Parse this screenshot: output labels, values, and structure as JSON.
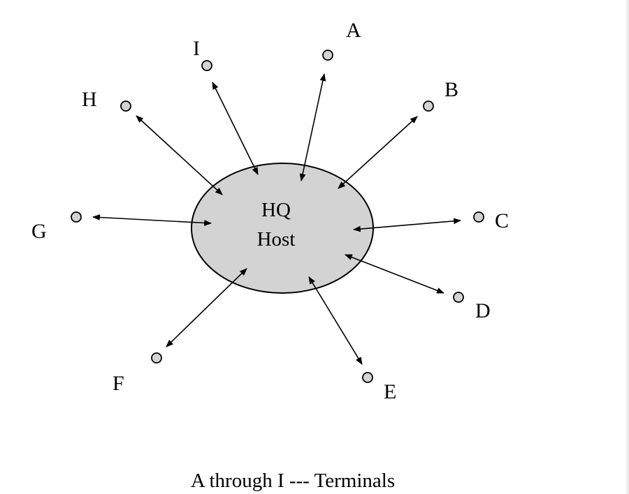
{
  "host": {
    "line1": "HQ",
    "line2": "Host",
    "fill_color": "#d3d3d3"
  },
  "terminals": [
    {
      "id": "A",
      "label": "A"
    },
    {
      "id": "B",
      "label": "B"
    },
    {
      "id": "C",
      "label": "C"
    },
    {
      "id": "D",
      "label": "D"
    },
    {
      "id": "E",
      "label": "E"
    },
    {
      "id": "F",
      "label": "F"
    },
    {
      "id": "G",
      "label": "G"
    },
    {
      "id": "H",
      "label": "H"
    },
    {
      "id": "I",
      "label": "I"
    }
  ],
  "connection_type": "bidirectional-arrow",
  "caption": "A through I --- Terminals"
}
